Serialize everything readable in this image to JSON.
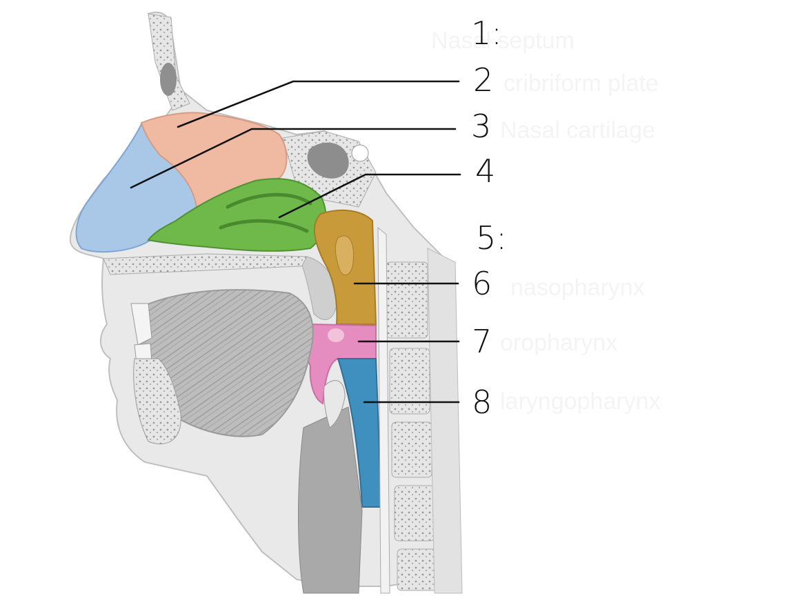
{
  "labels": [
    {
      "id": "1",
      "text": "1:"
    },
    {
      "id": "2",
      "text": "2"
    },
    {
      "id": "3",
      "text": "3"
    },
    {
      "id": "4",
      "text": "4"
    },
    {
      "id": "5",
      "text": "5:"
    },
    {
      "id": "6",
      "text": "6"
    },
    {
      "id": "7",
      "text": "7"
    },
    {
      "id": "8",
      "text": "8"
    }
  ],
  "faded_answers": {
    "a1": "Nasal septum",
    "a2": "cribriform plate",
    "a3": "Nasal cartilage",
    "a6": "nasopharynx",
    "a7": "oropharynx",
    "a8": "laryngopharynx"
  },
  "colors": {
    "ink": "#111111",
    "cartilage_blue": "#a9c8e8",
    "septal_pink": "#f0b9a1",
    "conchae_green": "#6fb84a",
    "nasopharynx_gold": "#c99a3a",
    "oropharynx_pink": "#e58cc0",
    "laryngopharynx_blue": "#3f8fbf",
    "bone_gray": "#d9d9d9"
  }
}
